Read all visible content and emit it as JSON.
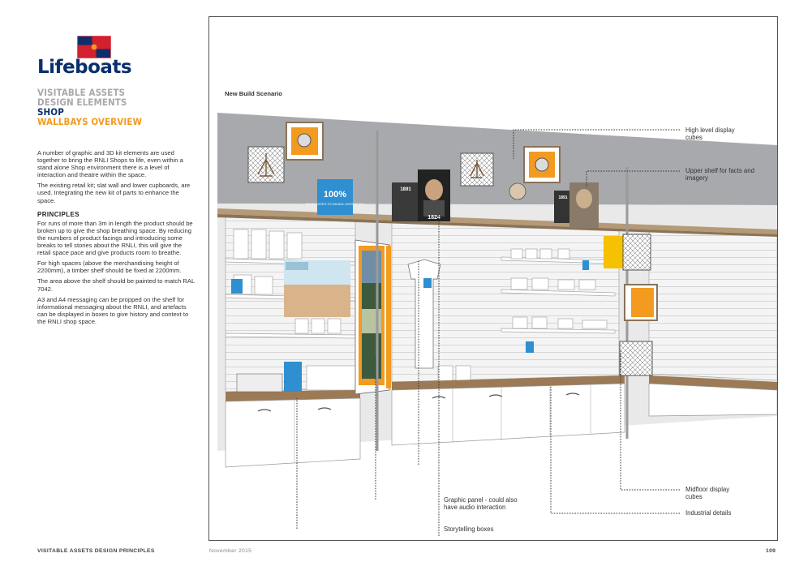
{
  "brand": {
    "wordmark": "Lifeboats",
    "icon": "rnli-flag-icon",
    "navy": "#0b2f6b",
    "red": "#d2202f",
    "orange": "#f39a21"
  },
  "headings": [
    "VISITABLE ASSETS",
    "DESIGN ELEMENTS",
    "SHOP",
    "WALLBAYS OVERVIEW"
  ],
  "intro": [
    "A number of graphic and 3D kit elements are used together to bring the RNLI Shops to life, even within a stand alone Shop environment there is a level of interaction and theatre within the space.",
    "The existing retail kit; slat wall and lower cupboards, are used. Integrating the new kit of parts to enhance the space."
  ],
  "principles": {
    "title": "PRINCIPLES",
    "paragraphs": [
      "For runs of more than 3m in length the product should be broken up to give the shop breathing space. By reducing the numbers of product facings and introducing some breaks to tell stories about the RNLI, this will give the retail space pace and give products room to breathe.",
      "For high spaces (above the merchandising height of 2200mm), a timber shelf should be fixed at 2200mm.",
      "The area above the shelf should be painted to match RAL 7042.",
      "A3 and A4 messaging can be propped on the shelf for informational messaging about the RNLI, and artefacts can be displayed in boxes to give history and context to the RNLI shop space."
    ]
  },
  "figure": {
    "scenario_label": "New Build Scenario",
    "panel_texts": {
      "hundred": "100%",
      "profit": "PROFIT GOES TO SAVING LIVES AT SEA",
      "year_a": "1891",
      "year_b": "1824",
      "year_c": "1891"
    },
    "callouts": {
      "high_level": [
        "High level display",
        "cubes"
      ],
      "upper_shelf": [
        "Upper shelf for facts and",
        "imagery"
      ],
      "graphic_panel": [
        "Graphic panel - could also",
        "have audio interaction"
      ],
      "midfloor": [
        "Midfloor display",
        "cubes"
      ],
      "industrial": [
        "Industrial details"
      ],
      "storytelling": [
        "Storytelling boxes"
      ]
    }
  },
  "footer": {
    "left": "VISITABLE ASSETS DESIGN PRINCIPLES",
    "mid": "November 2015",
    "page": "109"
  }
}
